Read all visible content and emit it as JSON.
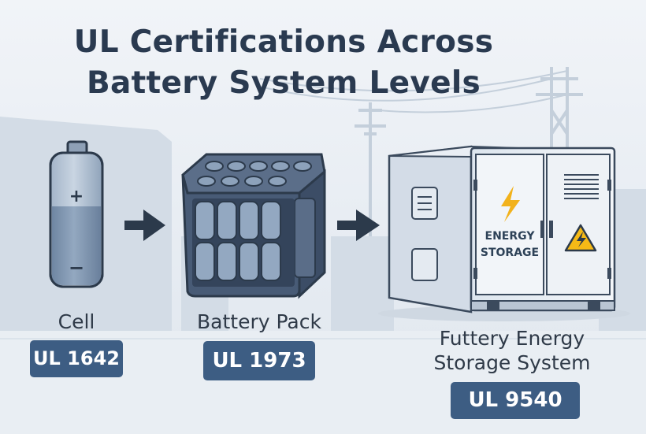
{
  "title": {
    "line1": "UL Certifications Across",
    "line2": "Battery System Levels"
  },
  "stages": [
    {
      "name": "Cell",
      "standard": "UL 1642"
    },
    {
      "name": "Battery Pack",
      "standard": "UL 1973"
    },
    {
      "name_line1": "Futtery Energy",
      "name_line2": "Storage System",
      "standard": "UL 9540"
    }
  ],
  "cabinet": {
    "label_line1": "ENERGY",
    "label_line2": "STORAGE",
    "icons": [
      "lightning-bolt-icon",
      "high-voltage-warning-icon",
      "vent-grille-icon"
    ]
  },
  "cell_icons": {
    "positive": "+",
    "negative": "−"
  },
  "colors": {
    "title": "#2a3a50",
    "badge": "#3d5d83",
    "badge_text": "#ffffff",
    "cell_top": "#b9c7d7",
    "cell_bottom": "#7e93ad",
    "pack": "#4a5d78",
    "arrow": "#2c3a4b",
    "bolt": "#f2b21c",
    "warning": "#f5b916"
  }
}
